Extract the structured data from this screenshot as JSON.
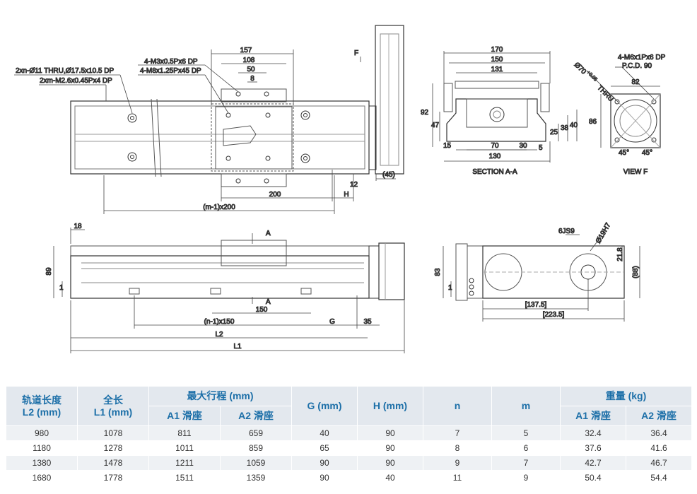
{
  "drawing": {
    "top_view": {
      "callout_holes_1": "2xn-Ø11 THRU,Ø17.5x10.5 DP",
      "callout_holes_2": "2xm-M2.6x0.45Px4 DP",
      "callout_carriage_1": "4-M3x0.5Px6 DP",
      "callout_carriage_2": "4-M8x1.25Px45 DP",
      "dim_157": "157",
      "dim_108": "108",
      "dim_50": "50",
      "dim_8": "8",
      "dim_200": "200",
      "dim_H": "H",
      "dim_12": "12",
      "dim_45": "(45)",
      "dim_m200": "(m-1)x200",
      "view_arrow_F": "F"
    },
    "section_aa": {
      "dim_170": "170",
      "dim_150": "150",
      "dim_131": "131",
      "dim_92": "92",
      "dim_47": "47",
      "dim_25": "25",
      "dim_38": "38",
      "dim_40": "40",
      "dim_15": "15",
      "dim_70": "70",
      "dim_30": "30",
      "dim_5": "5",
      "dim_130": "130",
      "caption": "SECTION A-A"
    },
    "view_f": {
      "callout_1": "4-M6x1Px6 DP",
      "callout_2": "P.C.D. 90",
      "diameter_note": "Ø70",
      "diameter_tol": "+0.05",
      "thru": "THRU",
      "dim_82": "82",
      "dim_86": "86",
      "angle_1": "45°",
      "angle_2": "45°",
      "caption": "VIEW F"
    },
    "side_view": {
      "dim_18": "18",
      "dim_89": "89",
      "dim_1": "1",
      "marker_A_top": "A",
      "marker_A_bottom": "A",
      "dim_150": "150",
      "dim_n150": "(n-1)x150",
      "dim_G": "G",
      "dim_35": "35",
      "dim_L2": "L2",
      "dim_L1": "L1"
    },
    "end_view": {
      "dim_6js9": "6JS9",
      "dim_19h7": "Ø19H7",
      "dim_83": "83",
      "dim_1": "1",
      "dim_21_8": "21.8",
      "dim_88": "(88)",
      "dim_137_5": "[137.5]",
      "dim_223_5": "[223.5]"
    }
  },
  "table": {
    "headers": {
      "rail_length": "轨道长度\nL2 (mm)",
      "full_length": "全长\nL1 (mm)",
      "max_stroke": "最大行程 (mm)",
      "stroke_a1": "A1 滑座",
      "stroke_a2": "A2 滑座",
      "g": "G (mm)",
      "h": "H (mm)",
      "n": "n",
      "m": "m",
      "weight": "重量 (kg)",
      "weight_a1": "A1 滑座",
      "weight_a2": "A2 滑座"
    },
    "rows": [
      [
        "980",
        "1078",
        "811",
        "659",
        "40",
        "90",
        "7",
        "5",
        "32.4",
        "36.4"
      ],
      [
        "1180",
        "1278",
        "1011",
        "859",
        "65",
        "90",
        "8",
        "6",
        "37.6",
        "41.6"
      ],
      [
        "1380",
        "1478",
        "1211",
        "1059",
        "90",
        "90",
        "9",
        "7",
        "42.7",
        "46.7"
      ],
      [
        "1680",
        "1778",
        "1511",
        "1359",
        "90",
        "40",
        "11",
        "9",
        "50.4",
        "54.4"
      ]
    ]
  }
}
